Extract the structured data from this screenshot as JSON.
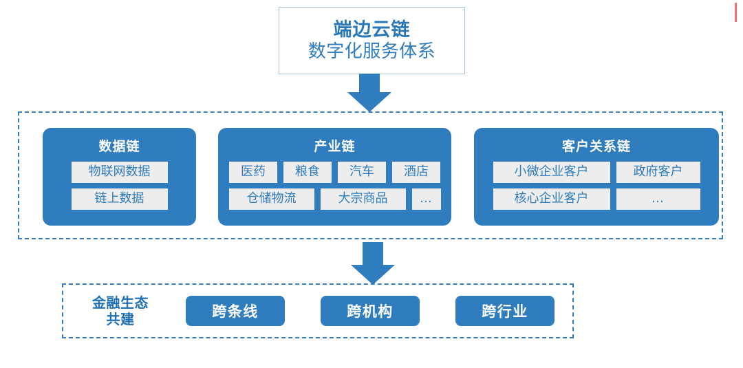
{
  "title_card": {
    "line1": "端边云链",
    "line2": "数字化服务体系"
  },
  "chains_container": {
    "cards": [
      {
        "title": "数据链",
        "rows": [
          [
            "物联网数据"
          ],
          [
            "链上数据"
          ]
        ]
      },
      {
        "title": "产业链",
        "rows": [
          [
            "医药",
            "粮食",
            "汽车",
            "酒店"
          ],
          [
            "仓储物流",
            "大宗商品",
            "…"
          ]
        ]
      },
      {
        "title": "客户关系链",
        "rows": [
          [
            "小微企业客户",
            "政府客户"
          ],
          [
            "核心企业客户",
            "…"
          ]
        ]
      }
    ]
  },
  "eco_section": {
    "label_line1": "金融生态",
    "label_line2": "共建",
    "pills": [
      "跨条线",
      "跨机构",
      "跨行业"
    ]
  },
  "colors": {
    "primary_blue": "#2f7cbe",
    "title_blue": "#2878b8",
    "label_blue": "#1f6fb5",
    "chip_bg": "#ededed",
    "dashed_border": "#3a7fc1",
    "card_border": "#a8c4dd",
    "edge_marker": "#f4706e"
  }
}
